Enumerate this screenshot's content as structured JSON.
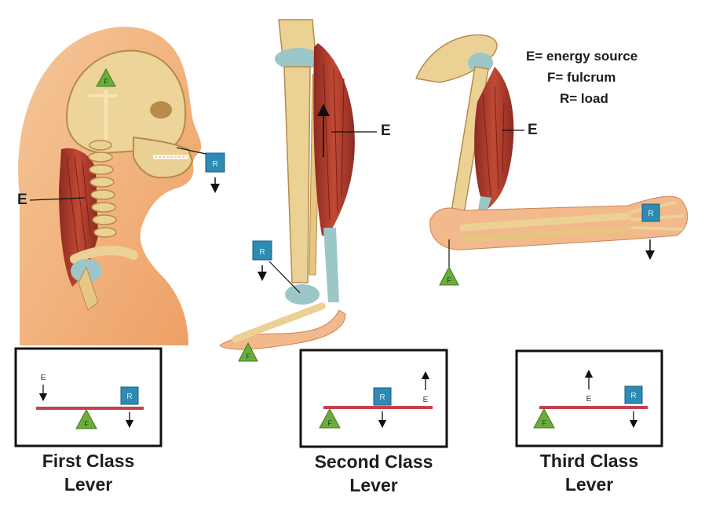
{
  "legend": {
    "line1": "E= energy source",
    "line2": "F= fulcrum",
    "line3": "R= load"
  },
  "symbols": {
    "effort": "E",
    "fulcrum": "F",
    "load": "R"
  },
  "captions": {
    "first": [
      "First Class",
      "Lever"
    ],
    "second": [
      "Second Class",
      "Lever"
    ],
    "third": [
      "Third Class",
      "Lever"
    ]
  },
  "colors": {
    "skin": "#f2b98c",
    "bone": "#e9cd8f",
    "muscle": "#a6382a",
    "joint": "#9cc7c9",
    "fulcrum": "#6aad38",
    "load": "#2d8bb4",
    "beam": "#c3414d",
    "frame": "#111111"
  }
}
